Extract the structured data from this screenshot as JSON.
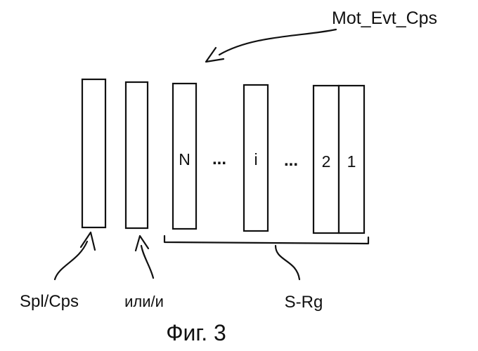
{
  "figure": {
    "top_label": "Mot_Evt_Cps",
    "slot_n": "N",
    "slot_i": "i",
    "slot_2": "2",
    "slot_1": "1",
    "ellipsis": "...",
    "label_spl_cps": "Spl/Cps",
    "label_or_and": "или/и",
    "label_s_rg": "S-Rg",
    "caption": "Фиг. 3"
  }
}
